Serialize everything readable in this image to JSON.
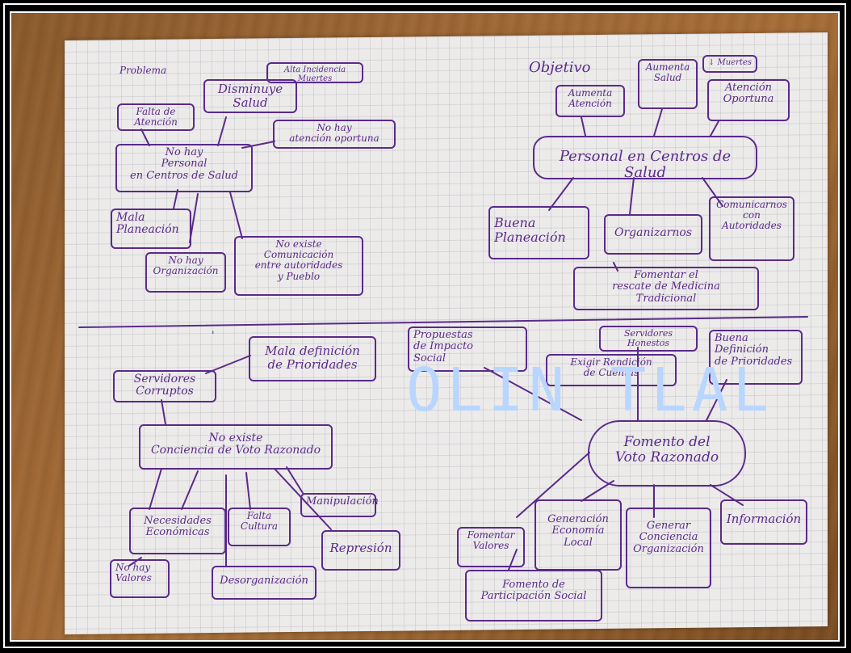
{
  "photo": {
    "left_header": "Problema",
    "right_header": "Objetivo",
    "watermark": "OLIN TLAL",
    "problems_top": [
      {
        "id": "alta",
        "text": "Alta Incidencia\nMuertes"
      },
      {
        "id": "disminuye",
        "text": "Disminuye\nSalud"
      },
      {
        "id": "falta",
        "text": "Falta de\nAtención"
      },
      {
        "id": "no-hay-atencion",
        "text": "No hay\natención oportuna"
      },
      {
        "id": "no-hay-personal",
        "text": "No hay\nPersonal\nen Centros de Salud"
      },
      {
        "id": "mala-planeacion",
        "text": "Mala\nPlaneación"
      },
      {
        "id": "no-hay-organizacion",
        "text": "No hay\nOrganización"
      },
      {
        "id": "no-existe-comunicacion",
        "text": "No existe\nComunicación\nentre autoridades\ny Pueblo"
      }
    ],
    "objectives_top": [
      {
        "id": "aumenta-atencion",
        "text": "Aumenta\nAtención"
      },
      {
        "id": "aumenta-salud",
        "text": "Aumenta\nSalud"
      },
      {
        "id": "muertes",
        "text": "↓ Muertes"
      },
      {
        "id": "atencion-oportuna",
        "text": "Atención\nOportuna"
      },
      {
        "id": "personal",
        "text": "Personal en Centros de Salud"
      },
      {
        "id": "buena-planeacion",
        "text": "Buena\nPlaneación"
      },
      {
        "id": "organizarnos",
        "text": "Organizarnos"
      },
      {
        "id": "comunicarnos",
        "text": "Comunicarnos\ncon\nAutoridades"
      },
      {
        "id": "fomentar",
        "text": "Fomentar el\nrescate de Medicina\nTradicional"
      }
    ],
    "problems_bottom": [
      {
        "id": "mala-definicion",
        "text": "Mala definición\nde Prioridades"
      },
      {
        "id": "servidores-corruptos",
        "text": "Servidores\nCorruptos"
      },
      {
        "id": "no-existe-conciencia",
        "text": "No existe\nConciencia de Voto Razonado"
      },
      {
        "id": "manipulacion",
        "text": "Manipulación"
      },
      {
        "id": "necesidades",
        "text": "Necesidades\nEconómicas"
      },
      {
        "id": "falta-cultura",
        "text": "Falta\nCultura"
      },
      {
        "id": "represion",
        "text": "Represión"
      },
      {
        "id": "no-hay-valores",
        "text": "No hay\nValores"
      },
      {
        "id": "desorganizacion",
        "text": "Desorganización"
      }
    ],
    "objectives_bottom": [
      {
        "id": "propuestas",
        "text": "Propuestas\nde Impacto\nSocial"
      },
      {
        "id": "servidores-honestos",
        "text": "Servidores\nHonestos"
      },
      {
        "id": "buena-definicion",
        "text": "Buena\nDefinición\nde Prioridades"
      },
      {
        "id": "exigir",
        "text": "Exigir Rendición\nde Cuentas"
      },
      {
        "id": "fomento-voto",
        "text": "Fomento del\nVoto Razonado"
      },
      {
        "id": "fomentar-valores",
        "text": "Fomentar\nValores"
      },
      {
        "id": "generacion",
        "text": "Generación\nEconomía\nLocal"
      },
      {
        "id": "generar-conciencia",
        "text": "Generar\nConciencia\nOrganización"
      },
      {
        "id": "informacion",
        "text": "Información"
      },
      {
        "id": "fomento-participacion",
        "text": "Fomento de\nParticipación Social"
      }
    ]
  }
}
